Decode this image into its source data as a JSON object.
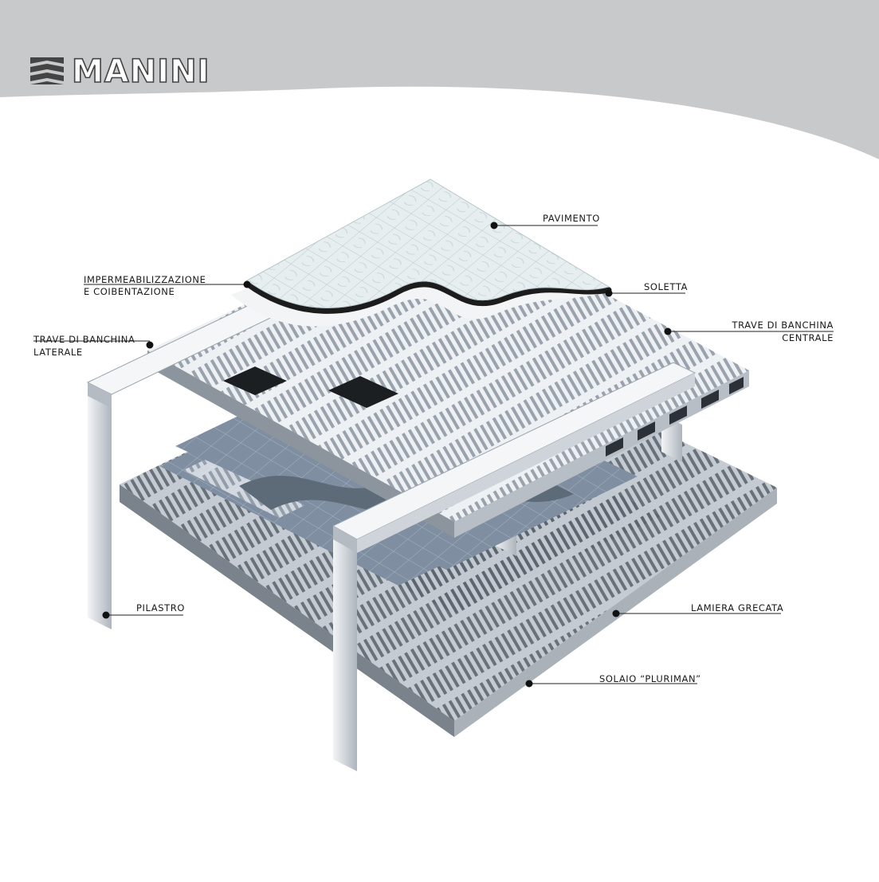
{
  "brand": {
    "name": "MANINI"
  },
  "labels": {
    "pavimento": "PAVIMENTO",
    "impermeabilizzazione_1": "IMPERMEABILIZZAZIONE",
    "impermeabilizzazione_2": "E COIBENTAZIONE",
    "soletta": "SOLETTA",
    "trave_laterale_1": "TRAVE DI BANCHINA",
    "trave_laterale_2": "LATERALE",
    "trave_centrale_1": "TRAVE DI BANCHINA",
    "trave_centrale_2": "CENTRALE",
    "pilastro": "PILASTRO",
    "lamiera": "LAMIERA GRECATA",
    "solaio": "SOLAIO “PLURIMAN”"
  },
  "colors": {
    "header_band": "#c8c9cb",
    "logo_stroke": "#444444",
    "slab_light": "#e9ecef",
    "slab_mid": "#c9ced4",
    "slab_dark": "#6f7780",
    "deck_blue": "#8897a8",
    "membrane": "#1c1c1c",
    "floor_tile": "#dde5e8"
  }
}
